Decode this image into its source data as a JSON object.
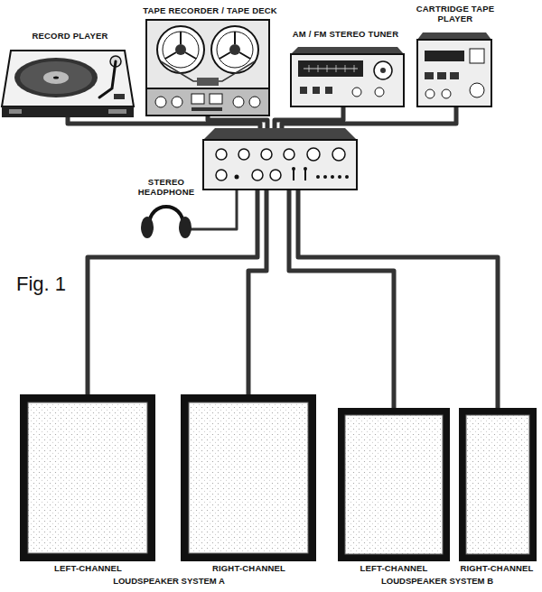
{
  "diagram": {
    "nodes": [
      {
        "text": [
          "RECORD PLAYER"
        ]
      },
      {
        "text": [
          "TAPE RECORDER / TAPE DECK"
        ]
      },
      {
        "text": [
          "AM / FM STEREO TUNER"
        ]
      },
      {
        "text": [
          "CARTRIDGE TAPE PLAYER"
        ]
      },
      {
        "text": [
          "STEREO HEADPHONE"
        ]
      },
      {
        "text": [
          "LEFT-CHANNEL"
        ]
      },
      {
        "text": [
          "RIGHT-CHANNEL"
        ]
      },
      {
        "text": [
          "LEFT-CHANNEL"
        ]
      },
      {
        "text": [
          "RIGHT-CHANNEL"
        ]
      }
    ],
    "labels": [
      "Fig. 1",
      "LOUDSPEAKER SYSTEM A",
      "LOUDSPEAKER SYSTEM B"
    ]
  }
}
